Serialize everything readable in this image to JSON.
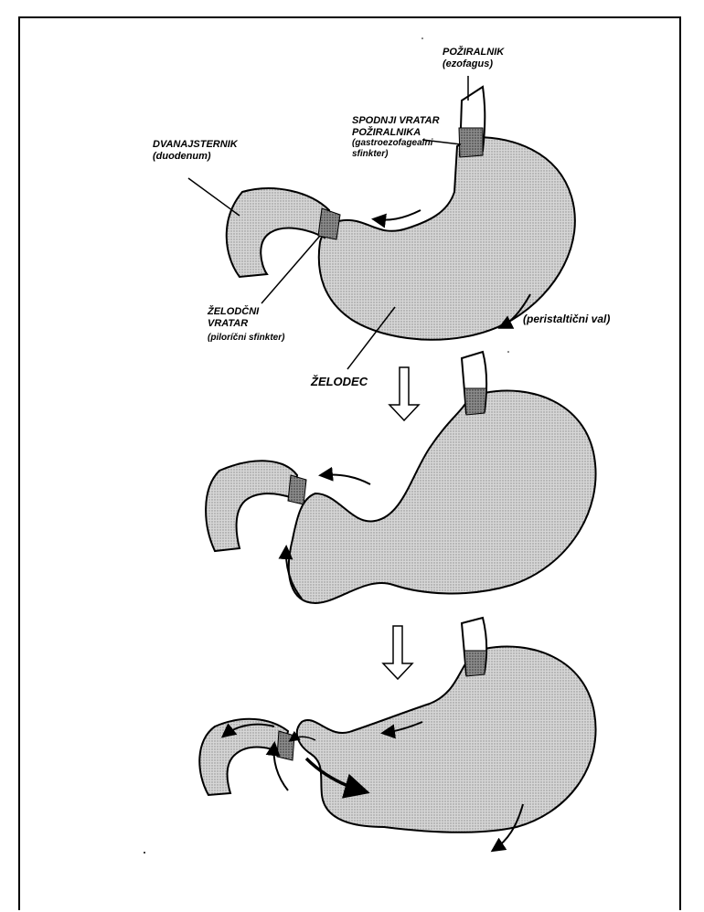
{
  "labels": {
    "ezofagus": {
      "main": "POŽIRALNIK",
      "sub": "(ezofagus)"
    },
    "spodnji_vratar": {
      "line1": "SPODNJI VRATAR",
      "line2": "POŽIRALNIKA",
      "sub1": "(gastroezofagealni",
      "sub2": "sfinkter)"
    },
    "dvanajsternik": {
      "main": "DVANAJSTERNIK",
      "sub": "(duodenum)"
    },
    "zelodec": "ŽELODEC",
    "zelodcni_vratar": {
      "line1": "ŽELODČNI",
      "line2": "VRATAR",
      "sub": "(piloríčni sfinkter)"
    },
    "peristalticni_val": "(peristaltični val)"
  },
  "colors": {
    "stomach_fill": "#c8c8c8",
    "sphincter_fill": "#6a6a6a",
    "outline": "#000000"
  }
}
